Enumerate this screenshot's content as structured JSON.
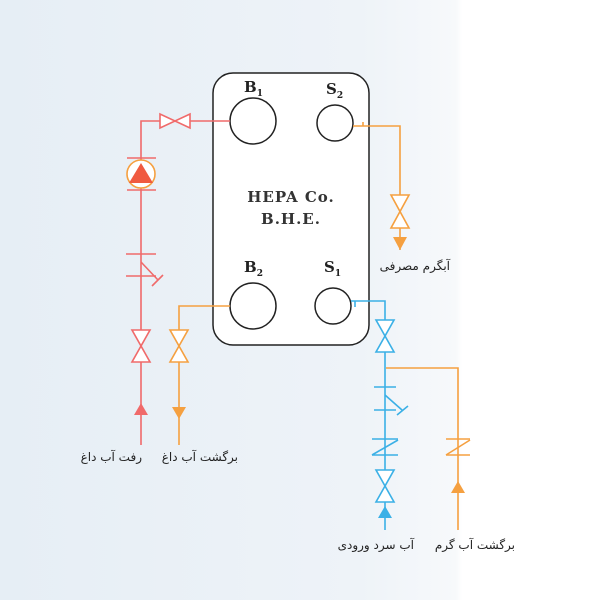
{
  "exchanger": {
    "title_line1": "HEPA Co.",
    "title_line2": "B.H.E."
  },
  "ports": {
    "b1": {
      "letter": "B",
      "sub": "1"
    },
    "s2": {
      "letter": "S",
      "sub": "2"
    },
    "b2": {
      "letter": "B",
      "sub": "2"
    },
    "s1": {
      "letter": "S",
      "sub": "1"
    }
  },
  "labels": {
    "hot_supply": "رفت آب داغ",
    "hot_return": "برگشت آب داغ",
    "domestic_hot": "آبگرم مصرفی",
    "cold_inlet": "آب سرد ورودی",
    "hot_water_return": "برگشت آب گرم"
  },
  "colors": {
    "red": "#f06a6a",
    "orange": "#f5a040",
    "blue": "#3bb0e6",
    "black": "#222222"
  }
}
